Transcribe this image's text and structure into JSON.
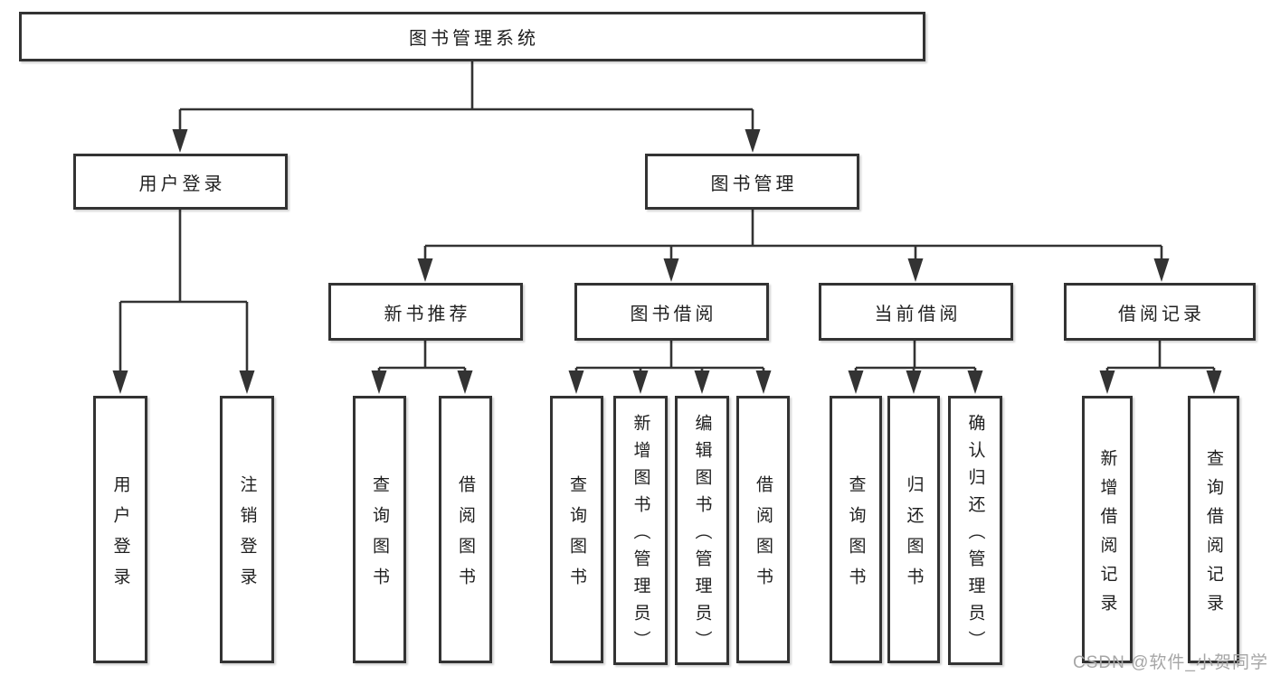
{
  "colors": {
    "line": "#333333",
    "node_border": "#333333",
    "text": "#1f1f1f",
    "watermark": "#a6a6a6",
    "background": "#ffffff"
  },
  "tree": {
    "label": "图书管理系统",
    "children": [
      {
        "label": "用户登录",
        "children": [
          {
            "label": "用户登录"
          },
          {
            "label": "注销登录"
          }
        ]
      },
      {
        "label": "图书管理",
        "children": [
          {
            "label": "新书推荐",
            "children": [
              {
                "label": "查询图书"
              },
              {
                "label": "借阅图书"
              }
            ]
          },
          {
            "label": "图书借阅",
            "children": [
              {
                "label": "查询图书"
              },
              {
                "label": "新增图书（管理员）"
              },
              {
                "label": "编辑图书（管理员）"
              },
              {
                "label": "借阅图书"
              }
            ]
          },
          {
            "label": "当前借阅",
            "children": [
              {
                "label": "查询图书"
              },
              {
                "label": "归还图书"
              },
              {
                "label": "确认归还（管理员）"
              }
            ]
          },
          {
            "label": "借阅记录",
            "children": [
              {
                "label": "新增借阅记录"
              },
              {
                "label": "查询借阅记录"
              }
            ]
          }
        ]
      }
    ]
  },
  "watermark": {
    "text": "CSDN @软件_小贺同学"
  }
}
